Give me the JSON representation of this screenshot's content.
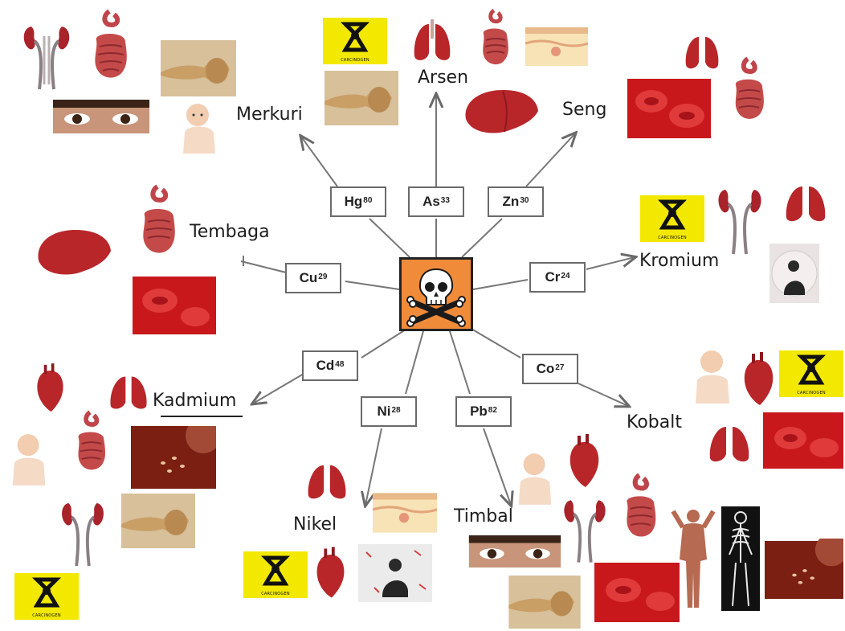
{
  "center": {
    "icon": "skull-crossbones-icon",
    "color": "#f08b3a"
  },
  "elements": [
    {
      "id": "hg",
      "symbol": "Hg",
      "number": "80",
      "name": "Merkuri"
    },
    {
      "id": "as",
      "symbol": "As",
      "number": "33",
      "name": "Arsen"
    },
    {
      "id": "zn",
      "symbol": "Zn",
      "number": "30",
      "name": "Seng"
    },
    {
      "id": "cu",
      "symbol": "Cu",
      "number": "29",
      "name": "Tembaga"
    },
    {
      "id": "cr",
      "symbol": "Cr",
      "number": "24",
      "name": "Kromium"
    },
    {
      "id": "cd",
      "symbol": "Cd",
      "number": "48",
      "name": "Kadmium"
    },
    {
      "id": "co",
      "symbol": "Co",
      "number": "27",
      "name": "Kobalt"
    },
    {
      "id": "ni",
      "symbol": "Ni",
      "number": "28",
      "name": "Nikel"
    },
    {
      "id": "pb",
      "symbol": "Pb",
      "number": "82",
      "name": "Timbal"
    }
  ],
  "carcinogen_label": "CARCINOGEN",
  "colors": {
    "organ": "#b8262a",
    "organ_dark": "#8c1a1d",
    "intestine": "#c44a4a",
    "blood": "#c8181c",
    "nerve": "#c9a06a",
    "carcinogen": "#f2e800"
  }
}
